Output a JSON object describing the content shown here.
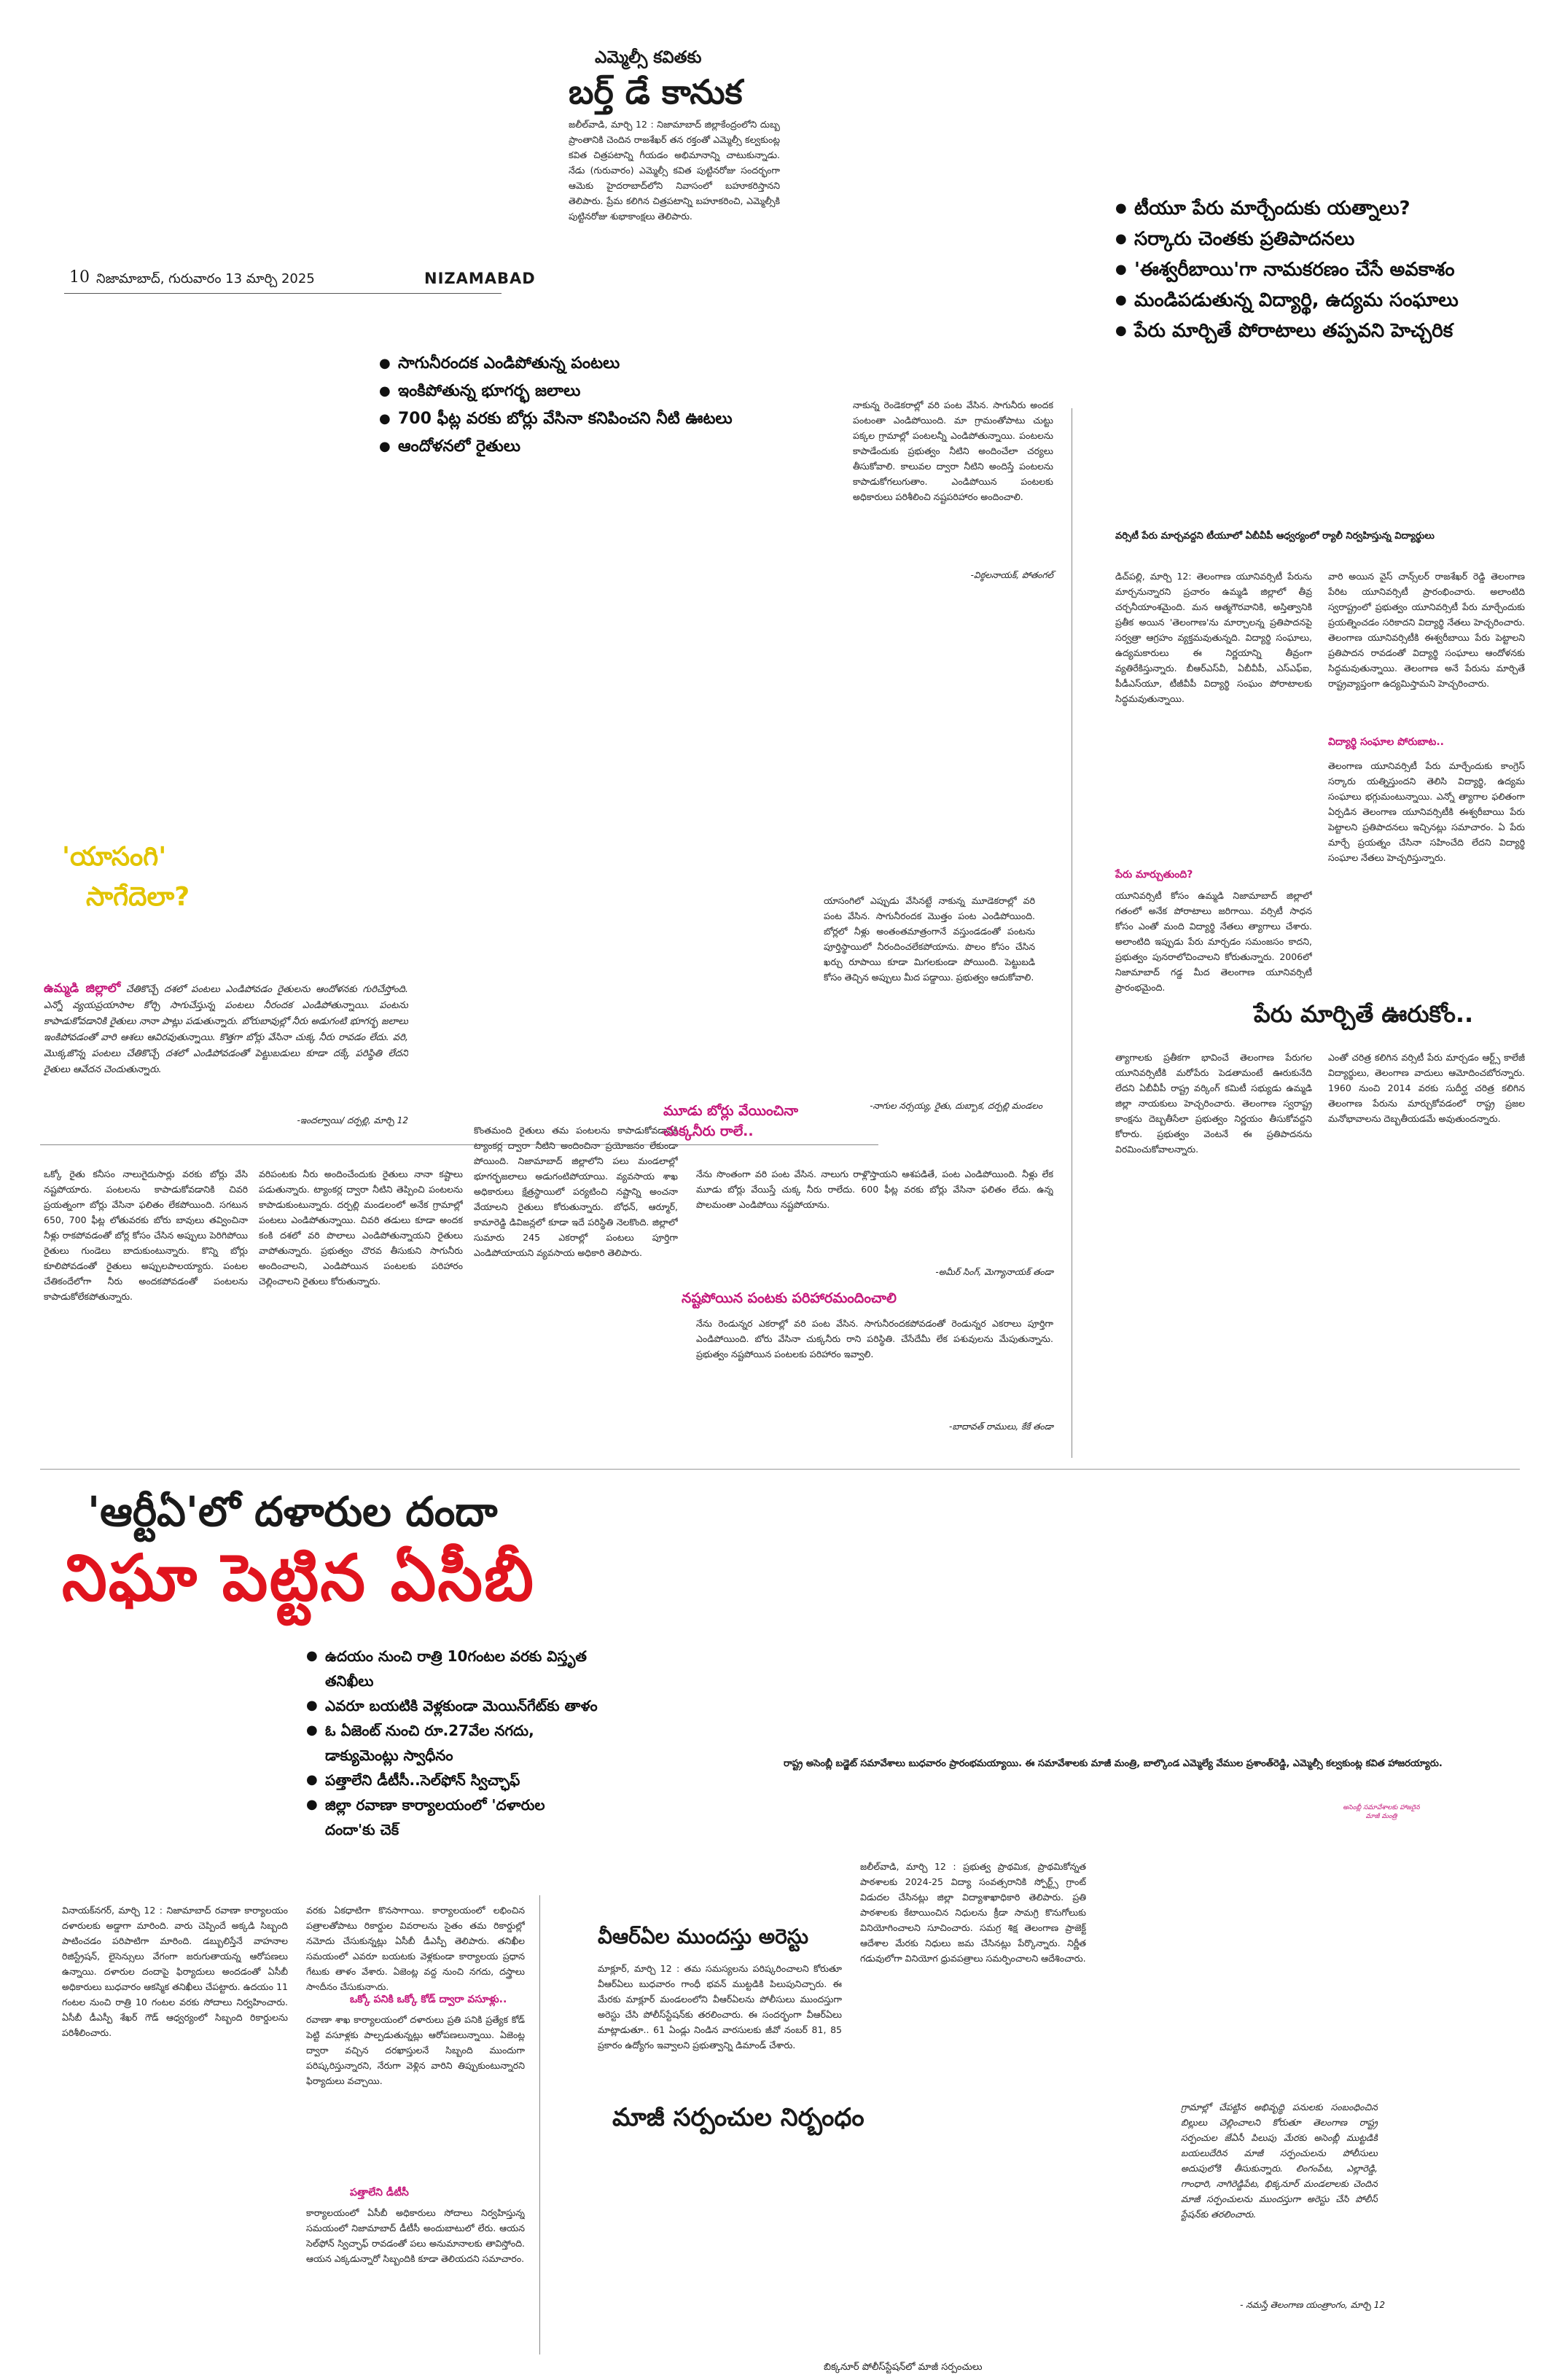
{
  "masthead": {
    "page_no": "10",
    "dateline": "నిజామాబాద్, గురువారం 13 మార్చి 2025",
    "section": "NIZAMABAD"
  },
  "birthday": {
    "kicker": "ఎమ్మెల్సీ కవితకు",
    "headline": "బర్త్ డే కానుక",
    "body": "జలీల్‌వాడి, మార్చి 12 : నిజామాబాద్ జిల్లాకేంద్రంలోని దుబ్బ ప్రాంతానికి చెందిన రాజశేఖర్ తన రక్తంతో ఎమ్మెల్సీ కల్వకుంట్ల కవిత చిత్రపటాన్ని గీయడం అభిమానాన్ని చాటుకున్నాడు. నేడు (గురువారం) ఎమ్మెల్సీ కవిత పుట్టినరోజు సందర్భంగా ఆమెకు హైదరాబాద్‌లోని నివాసంలో బహూకరిస్తానని తెలిపారు. ప్రేమ కలిగిన చిత్రపటాన్ని బహూకరించి, ఎమ్మెల్సీకి పుట్టినరోజు శుభాకాంక్షలు తెలిపారు."
  },
  "rename_bullets": [
    "టీయూ పేరు మార్చేందుకు యత్నాలు?",
    "సర్కారు చెంతకు ప్రతిపాదనలు",
    "'ఈశ్వరీబాయి'గా నామకరణం చేసే అవకాశం",
    "మండిపడుతున్న విద్యార్థి, ఉద్యమ సంఘాలు",
    "పేరు మార్చితే పోరాటాలు తప్పవని హెచ్చరిక"
  ],
  "crop_bullets": [
    "సాగునీరందక ఎండిపోతున్న పంటలు",
    "ఇంకిపోతున్న భూగర్భ జలాలు",
    "700 ఫీట్ల వరకు బోర్లు వేసినా కనిపించని నీటి ఊటలు",
    "ఆందోళనలో రైతులు"
  ],
  "crop_story": {
    "sidebar_text": "నాకున్న రెండెకరాల్లో వరి పంట వేసిన. సాగునీరు అందక పంటంతా ఎండిపోయింది. మా గ్రామంతోపాటు చుట్టు పక్కల గ్రామాల్లో పంటలన్నీ ఎండిపోతున్నాయి. పంటలను కాపాడేందుకు ప్రభుత్వం నీటిని అందించేలా చర్యలు తీసుకోవాలి. కాలువల ద్వారా నీటిని అందిస్తే పంటలను కాపాడుకోగలుగుతాం. ఎండిపోయిన పంటలకు అధికారులు పరిశీలించి నష్టపరిహారం అందించాలి.",
    "sidebar_credit": "-విఠ్ఠలనాయక్, పోతంగల్",
    "kicker": "'యాసంగి'",
    "kicker2": "సాగేదెలా?",
    "lead_label": "ఉమ్మడి జిల్లాలో",
    "lead_text": "చేతికొచ్చే దశలో పంటలు ఎండిపోవడం రైతులను ఆందోళనకు గురిచేస్తోంది. ఎన్నో వ్యయప్రయాసాల కోర్చి సాగుచేస్తున్న పంటలు నీరందక ఎండిపోతున్నాయి. పంటను కాపాడుకోవడానికి రైతులు నానా పాట్లు పడుతున్నారు. బోరుబావుల్లో నీరు అడుగంటి భూగర్భ జలాలు ఇంకిపోవడంతో వారి ఆశలు ఆవిరవుతున్నాయి. కొత్తగా బోర్లు వేసినా చుక్క నీరు రావడం లేదు. వరి, మొక్కజొన్న పంటలు చేతికొచ్చే దశలో ఎండిపోవడంతో పెట్టుబడులు కూడా దక్కే పరిస్థితి లేదని రైతులు ఆవేదన చెందుతున్నారు.",
    "lead_credit": "-ఇందల్వాయి/ దర్పల్లి, మార్చి 12",
    "col1": "ఒక్కో రైతు కనీసం నాలుగైదుసార్లు వరకు బోర్లు వేసి నష్టపోయారు. పంటలను కాపాడుకోవడానికి చివరి ప్రయత్నంగా బోర్లు వేసినా ఫలితం లేకపోయింది. సగటున 650, 700 ఫీట్ల లోతువరకు బోరు బావులు తవ్వించినా నీళ్లు రాకపోవడంతో బోర్ల కోసం చేసిన అప్పులు పెరిగిపోయి రైతులు గుండెలు బాదుకుంటున్నారు. కొన్ని బోర్లు కూలిపోవడంతో రైతులు అప్పులపాలయ్యారు. పంటల చేతికందేలోగా నీరు అందకపోవడంతో పంటలను కాపాడుకోలేకపోతున్నారు.",
    "col2": "వరిపంటకు నీరు అందించేందుకు రైతులు నానా కష్టాలు పడుతున్నారు. ట్యాంకర్ల ద్వారా నీటిని తెప్పించి పంటలను కాపాడుకుంటున్నారు. దర్పల్లి మండలంలో అనేక గ్రామాల్లో పంటలు ఎండిపోతున్నాయి. చివరి తడులు కూడా అందక కంకి దశలో వరి పొలాలు ఎండిపోతున్నాయని రైతులు వాపోతున్నారు. ప్రభుత్వం చొరవ తీసుకుని సాగునీరు అందించాలని, ఎండిపోయిన పంటలకు పరిహారం చెల్లించాలని రైతులు కోరుతున్నారు.",
    "col3": "కొంతమంది రైతులు తమ పంటలను కాపాడుకోవడానికి ట్యాంకర్ల ద్వారా నీటిని అందించినా ప్రయోజనం లేకుండా పోయింది. నిజామాబాద్ జిల్లాలోని పలు మండలాల్లో భూగర్భజలాలు అడుగంటిపోయాయి. వ్యవసాయ శాఖ అధికారులు క్షేత్రస్థాయిలో పర్యటించి నష్టాన్ని అంచనా వేయాలని రైతులు కోరుతున్నారు. బోధన్, ఆర్మూర్, కామారెడ్డి డివిజన్లలో కూడా ఇదే పరిస్థితి నెలకొంది. జిల్లాలో సుమారు 245 ఎకరాల్లో పంటలు పూర్తిగా ఎండిపోయాయని వ్యవసాయ అధికారి తెలిపారు.",
    "quote1_text": "యాసంగిలో ఎప్పుడు వేసినట్టే నాకున్న మూడెకరాల్లో వరి పంట వేసిన. సాగునీరందక మొత్తం పంట ఎండిపోయింది. బోర్లలో నీళ్లు అంతంతమాత్రంగానే వస్తుండడంతో పంటను పూర్తిస్థాయిలో నీరందించలేకపోయాను. పొలం కోసం చేసిన ఖర్చు రూపాయి కూడా మిగలకుండా పోయింది. పెట్టుబడి కోసం తెచ్చిన అప్పులు మీద పడ్డాయి. ప్రభుత్వం ఆదుకోవాలి.",
    "quote1_credit": "-నాగుల నర్సయ్య, రైతు, దుబ్బాక, దర్పల్లి మండలం",
    "quote1_head": "మూడు బోర్లు వేయించినా చుక్కనీరు రాలే..",
    "quote2_text": "నేను సొంతంగా వరి పంట వేసిన. నాలుగు రాళ్లొస్తాయని ఆశపడితే, పంట ఎండిపోయింది. నీళ్లు లేక మూడు బోర్లు వేయిస్తే చుక్క నీరు రాలేదు. 600 ఫీట్ల వరకు బోర్లు వేసినా ఫలితం లేదు. ఉన్న పొలమంతా ఎండిపోయి నష్టపోయాను.",
    "quote2_credit": "-అమీర్ సింగ్, మెగ్యానాయక్ తండా",
    "quote3_head": "నష్టపోయిన పంటకు పరిహారమందించాలి",
    "quote3_text": "నేను రెండున్నర ఎకరాల్లో వరి పంట వేసిన. సాగునీరందకపోవడంతో రెండున్నర ఎకరాలు పూర్తిగా ఎండిపోయింది. బోరు వేసినా చుక్కనీరు రాని పరిస్థితి. చేసేదేమీ లేక పశువులను మేపుతున్నాను. ప్రభుత్వం నష్టపోయిన పంటలకు పరిహారం ఇవ్వాలి.",
    "quote3_credit": "-బాదావత్ రాములు, కేకే తండా"
  },
  "tu_story": {
    "caption": "వర్సిటీ పేరు మార్చవద్దని టీయూలో ఏబీవీపీ ఆధ్వర్యంలో ర్యాలీ నిర్వహిస్తున్న విద్యార్థులు",
    "col1": "డిచ్‌పల్లి, మార్చి 12: తెలంగాణ యూనివర్సిటీ పేరును మార్చనున్నారని ప్రచారం ఉమ్మడి జిల్లాలో తీవ్ర చర్చనీయాంశమైంది. మన ఆత్మగౌరవానికి, అస్తిత్వానికి ప్రతీక అయిన 'తెలంగాణ'ను మార్చాలన్న ప్రతిపాదనపై సర్వత్రా ఆగ్రహం వ్యక్తమవుతున్నది. విద్యార్థి సంఘాలు, ఉద్యమకారులు ఈ నిర్ణయాన్ని తీవ్రంగా వ్యతిరేకిస్తున్నారు. బీఆర్‌ఎస్‌వీ, ఏబీవీపీ, ఎస్‌ఎఫ్‌ఐ, పీడీఎస్‌యూ, టీజీవీపీ విద్యార్థి సంఘం పోరాటాలకు సిద్ధమవుతున్నాయి.",
    "sub1": "విద్యార్థి సంఘాల పోరుబాట..",
    "col2": "వారి అయిన వైస్ చాన్స్‌లర్ రాజశేఖర్ రెడ్డి తెలంగాణ పేరిట యూనివర్సిటీ ప్రారంభించారు. అలాంటిది స్వరాష్ట్రంలో ప్రభుత్వం యూనివర్సిటీ పేరు మార్చేందుకు ప్రయత్నించడం సరికాదని విద్యార్థి నేతలు హెచ్చరించారు. తెలంగాణ యూనివర్సిటీకి ఈశ్వరీబాయి పేరు పెట్టాలని ప్రతిపాదన రావడంతో విద్యార్థి సంఘాలు ఆందోళనకు సిద్ధమవుతున్నాయి. తెలంగాణ అనే పేరును మార్చితే రాష్ట్రవ్యాప్తంగా ఉద్యమిస్తామని హెచ్చరించారు.",
    "sub2": "పేరు మార్చుతుంది?",
    "col3": "యూనివర్సిటీ కోసం ఉమ్మడి నిజామాబాద్ జిల్లాలో గతంలో అనేక పోరాటాలు జరిగాయి. వర్సిటీ సాధన కోసం ఎంతో మంది విద్యార్థి నేతలు త్యాగాలు చేశారు. అలాంటిది ఇప్పుడు పేరు మార్చడం సమంజసం కాదని, ప్రభుత్వం పునరాలోచించాలని కోరుతున్నారు. 2006లో నిజామాబాద్ గడ్డ మీద తెలంగాణ యూనివర్సిటీ ప్రారంభమైంది.",
    "col4": "తెలంగాణ యూనివర్సిటీ పేరు మార్చేందుకు కాంగ్రెస్ సర్కారు యత్నిస్తుందని తెలిసి విద్యార్థి, ఉద్యమ సంఘాలు భగ్గుమంటున్నాయి. ఎన్నో త్యాగాల ఫలితంగా ఏర్పడిన తెలంగాణ యూనివర్సిటీకి ఈశ్వరీబాయి పేరు పెట్టాలని ప్రతిపాదనలు ఇచ్చినట్లు సమాచారం. ఏ పేరు మార్చే ప్రయత్నం చేసినా సహించేది లేదని విద్యార్థి సంఘాల నేతలు హెచ్చరిస్తున్నారు.",
    "sub3": "పేరు మార్చితే ఊరుకోం..",
    "col5": "త్యాగాలకు ప్రతీకగా భావించే తెలంగాణ పేరుగల యూనివర్సిటీకి మరోపేరు పెడతామంటే ఊరుకునేది లేదని ఏబీవీపీ రాష్ట్ర వర్కింగ్ కమిటీ సభ్యుడు ఉమ్మడి జిల్లా నాయకులు హెచ్చరించారు. తెలంగాణ స్వరాష్ట్ర కాంక్షను దెబ్బతీసేలా ప్రభుత్వం నిర్ణయం తీసుకోవద్దని కోరారు. ప్రభుత్వం వెంటనే ఈ ప్రతిపాదనను విరమించుకోవాలన్నారు.",
    "col6": "ఎంతో చరిత్ర కలిగిన వర్సిటీ పేరు మార్చడం ఆర్ట్స్ కాలేజీ విద్యార్థులు, తెలంగాణ వాదులు ఆమోదించబోరన్నారు. 1960 నుంచి 2014 వరకు సుదీర్ఘ చరిత్ర కలిగిన తెలంగాణ పేరును మార్చుకోవడంలో రాష్ట్ర ప్రజల మనోభావాలను దెబ్బతీయడమే అవుతుందన్నారు."
  },
  "rta_story": {
    "kicker": "'ఆర్టీఏ'లో దళారుల దందా",
    "headline": "నిఘా పెట్టిన ఏసీబీ",
    "bullets": [
      "ఉదయం నుంచి రాత్రి 10గంటల వరకు విస్తృత తనిఖీలు",
      "ఎవరూ బయటికి వెళ్లకుండా మెయిన్‌గేట్‌కు తాళం",
      "ఓ ఏజెంట్ నుంచి రూ.27వేల నగదు, డాక్యుమెంట్లు స్వాధీనం",
      "పత్తాలేని డీటీసీ..సెల్‌ఫోన్ స్విచ్ఛాఫ్",
      "జిల్లా రవాణా కార్యాలయంలో 'దళారుల దందా'కు చెక్"
    ],
    "col1": "వినాయక్‌నగర్, మార్చి 12 : నిజామాబాద్ రవాణా కార్యాలయం దళారులకు అడ్డాగా మారింది. వారు చెప్పిందే అక్కడి సిబ్బంది పాటించడం పరిపాటిగా మారింది. డబ్బులిస్తేనే వాహనాల రిజిస్ట్రేషన్, లైసెన్సులు వేగంగా జరుగుతాయన్న ఆరోపణలు ఉన్నాయి. దళారుల దందాపై ఫిర్యాదులు అందడంతో ఏసీబీ అధికారులు బుధవారం ఆకస్మిక తనిఖీలు చేపట్టారు. ఉదయం 11 గంటల నుంచి రాత్రి 10 గంటల వరకు సోదాలు నిర్వహించారు. ఏసీబీ డీఎస్పీ శేఖర్ గౌడ్ ఆధ్వర్యంలో సిబ్బంది రికార్డులను పరిశీలించారు.",
    "col2": "వరకు ఏకధాటిగా కొనసాగాయి. కార్యాలయంలో లభించిన పత్రాలతోపాటు రికార్డుల వివరాలను సైతం తమ రికార్డుల్లో నమోదు చేసుకున్నట్లు ఏసీబీ డీఎస్పీ తెలిపారు. తనిఖీల సమయంలో ఎవరూ బయటకు వెళ్లకుండా కార్యాలయ ప్రధాన గేటుకు తాళం వేశారు. ఏజెంట్ల వద్ద నుంచి నగదు, దస్త్రాలు స్వాధీనం చేసుకున్నారు.",
    "sub1": "ఒక్కో పనికి ఒక్కో కోడ్ ద్వారా వసూళ్లు..",
    "col2b": "రవాణా శాఖ కార్యాలయంలో దళారులు ప్రతి పనికి ప్రత్యేక కోడ్ పెట్టి వసూళ్లకు పాల్పడుతున్నట్లు ఆరోపణలున్నాయి. ఏజెంట్ల ద్వారా వచ్చిన దరఖాస్తులనే సిబ్బంది ముందుగా పరిష్కరిస్తున్నారని, నేరుగా వెళ్లిన వారిని తిప్పుకుంటున్నారని ఫిర్యాదులు వచ్చాయి.",
    "sub2": "పత్తాలేని డీటీసీ",
    "col2c": "కార్యాలయంలో ఏసీబీ అధికారులు సోదాలు నిర్వహిస్తున్న సమయంలో నిజామాబాద్ డీటీసీ అందుబాటులో లేరు. ఆయన సెల్‌ఫోన్ స్విచ్ఛాఫ్ రావడంతో పలు అనుమానాలకు తావిస్తోంది. ఆయన ఎక్కడున్నారో సిబ్బందికి కూడా తెలియదని సమాచారం."
  },
  "assembly": {
    "caption": "రాష్ట్ర అసెంబ్లీ బడ్జెట్ సమావేశాలు బుధవారం ప్రారంభమయ్యాయి. ఈ సమావేశాలకు మాజీ మంత్రి, బాల్కొండ ఎమ్మెల్యే వేముల ప్రశాంత్‌రెడ్డి, ఎమ్మెల్సీ కల్వకుంట్ల కవిత హాజరయ్యారు.",
    "stamp": "అసెంబ్లీ సమావేశాలకు హాజరైన మాజీ మంత్రి"
  },
  "vra": {
    "headline": "వీఆర్ఏల ముందస్తు అరెస్టు",
    "body": "మాక్లూర్, మార్చి 12 : తమ సమస్యలను పరిష్కరించాలని కోరుతూ వీఆర్ఏలు బుధవారం గాంధీ భవన్ ముట్టడికి పిలుపునిచ్చారు. ఈ మేరకు మాక్లూర్ మండలంలోని వీఆర్ఏలను పోలీసులు ముందస్తుగా అరెస్టు చేసి పోలీస్‌స్టేషన్‌కు తరలించారు. ఈ సందర్భంగా వీఆర్ఏలు మాట్లాడుతూ.. 61 ఏండ్లు నిండిన వారసులకు జీవో నంబర్ 81, 85 ప్రకారం ఉద్యోగం ఇవ్వాలని ప్రభుత్వాన్ని డిమాండ్ చేశారు."
  },
  "ts_cm": {
    "text": "జలీల్‌వాడి, మార్చి 12 : ప్రభుత్వ ప్రాథమిక, ప్రాథమికోన్నత పాఠశాలకు 2024-25 విద్యా సంవత్సరానికి స్పోర్ట్స్ గ్రాంట్ విడుదల చేసినట్లు జిల్లా విద్యాశాఖాధికారి తెలిపారు. ప్రతి పాఠశాలకు కేటాయించిన నిధులను క్రీడా సామగ్రి కొనుగోలుకు వినియోగించాలని సూచించారు. సమగ్ర శిక్ష తెలంగాణ ప్రాజెక్ట్ ఆదేశాల మేరకు నిధులు జమ చేసినట్లు పేర్కొన్నారు. నిర్ణీత గడువులోగా వినియోగ ధ్రువపత్రాలు సమర్పించాలని ఆదేశించారు."
  },
  "sarpanch": {
    "headline": "మాజీ సర్పంచుల నిర్బంధం",
    "text": "గ్రామాల్లో చేపట్టిన అభివృద్ధి పనులకు సంబంధించిన బిల్లులు చెల్లించాలని కోరుతూ తెలంగాణ రాష్ట్ర సర్పంచుల జేఏసీ పిలుపు మేరకు అసెంబ్లీ ముట్టడికి బయలుదేరిన మాజీ సర్పంచులను పోలీసులు అదుపులోకి తీసుకున్నారు. లింగంపేట, ఎల్లారెడ్డి, గాంధారి, నాగిరెడ్డిపేట, భిక్కనూర్ మండలాలకు చెందిన మాజీ సర్పంచులను ముందస్తుగా అరెస్టు చేసి పోలీస్ స్టేషన్‌కు తరలించారు.",
    "credit": "- నమస్తే తెలంగాణ యంత్రాంగం, మార్చి 12",
    "photo_caption": "బిక్కనూర్ పోలీస్‌స్టేషన్‌లో మాజీ సర్పంచులు"
  }
}
